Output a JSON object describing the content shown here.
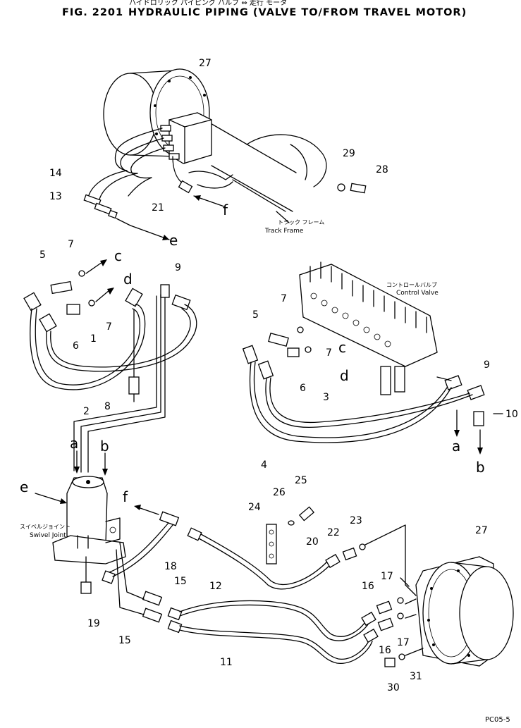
{
  "title": {
    "fig": "FIG. 2201",
    "japanese": "ハイドロリック パイピング バルブ ⇔ 走行 モータ",
    "english": "HYDRAULIC PIPING (VALVE TO/FROM TRAVEL MOTOR)"
  },
  "labels": {
    "track_frame_jp": "トラック フレーム",
    "track_frame_en": "Track Frame",
    "control_valve_jp": "コントロールバルブ",
    "control_valve_en": "Control Valve",
    "swivel_joint_jp": "スイベルジョイント",
    "swivel_joint_en": "Swivel Joint"
  },
  "page_code": "PC05-5",
  "part_numbers": {
    "p1": "1",
    "p2": "2",
    "p3": "3",
    "p4": "4",
    "p5a": "5",
    "p5b": "5",
    "p6a": "6",
    "p6b": "6",
    "p7a": "7",
    "p7b": "7",
    "p7c": "7",
    "p7d": "7",
    "p8": "8",
    "p9a": "9",
    "p9b": "9",
    "p10": "10",
    "p11": "11",
    "p12": "12",
    "p13": "13",
    "p14": "14",
    "p15a": "15",
    "p15b": "15",
    "p16a": "16",
    "p16b": "16",
    "p17a": "17",
    "p17b": "17",
    "p18": "18",
    "p19": "19",
    "p20": "20",
    "p21": "21",
    "p22": "22",
    "p23": "23",
    "p24": "24",
    "p25": "25",
    "p26": "26",
    "p27a": "27",
    "p27b": "27",
    "p28": "28",
    "p29": "29",
    "p30": "30",
    "p31": "31"
  },
  "connection_letters": {
    "a1": "a",
    "a2": "a",
    "b1": "b",
    "b2": "b",
    "c1": "c",
    "c2": "c",
    "d1": "d",
    "d2": "d",
    "e1": "e",
    "e2": "e",
    "f1": "f",
    "f2": "f"
  }
}
